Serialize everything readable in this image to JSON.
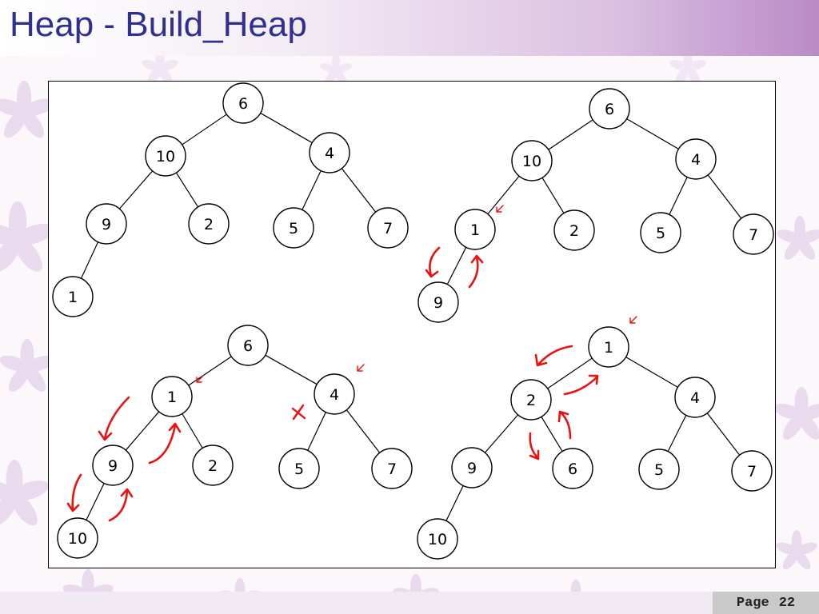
{
  "slide": {
    "title": "Heap - Build_Heap",
    "footer_word": "Page",
    "page_number": "22"
  },
  "diagram": {
    "trees": [
      {
        "nodes": [
          {
            "id": "a",
            "label": "6"
          },
          {
            "id": "b",
            "label": "10"
          },
          {
            "id": "c",
            "label": "4"
          },
          {
            "id": "d",
            "label": "9"
          },
          {
            "id": "e",
            "label": "2"
          },
          {
            "id": "f",
            "label": "5"
          },
          {
            "id": "g",
            "label": "7"
          },
          {
            "id": "h",
            "label": "1"
          }
        ],
        "edges": [
          [
            "a",
            "b"
          ],
          [
            "a",
            "c"
          ],
          [
            "b",
            "d"
          ],
          [
            "b",
            "e"
          ],
          [
            "c",
            "f"
          ],
          [
            "c",
            "g"
          ],
          [
            "d",
            "h"
          ]
        ]
      },
      {
        "nodes": [
          {
            "id": "a",
            "label": "6"
          },
          {
            "id": "b",
            "label": "10"
          },
          {
            "id": "c",
            "label": "4"
          },
          {
            "id": "d",
            "label": "1"
          },
          {
            "id": "e",
            "label": "2"
          },
          {
            "id": "f",
            "label": "5"
          },
          {
            "id": "g",
            "label": "7"
          },
          {
            "id": "h",
            "label": "9"
          }
        ],
        "edges": [
          [
            "a",
            "b"
          ],
          [
            "a",
            "c"
          ],
          [
            "b",
            "d"
          ],
          [
            "b",
            "e"
          ],
          [
            "c",
            "f"
          ],
          [
            "c",
            "g"
          ],
          [
            "d",
            "h"
          ]
        ]
      },
      {
        "nodes": [
          {
            "id": "a",
            "label": "6"
          },
          {
            "id": "b",
            "label": "1"
          },
          {
            "id": "c",
            "label": "4"
          },
          {
            "id": "d",
            "label": "9"
          },
          {
            "id": "e",
            "label": "2"
          },
          {
            "id": "f",
            "label": "5"
          },
          {
            "id": "g",
            "label": "7"
          },
          {
            "id": "h",
            "label": "10"
          }
        ],
        "edges": [
          [
            "a",
            "b"
          ],
          [
            "a",
            "c"
          ],
          [
            "b",
            "d"
          ],
          [
            "b",
            "e"
          ],
          [
            "c",
            "f"
          ],
          [
            "c",
            "g"
          ],
          [
            "d",
            "h"
          ]
        ]
      },
      {
        "nodes": [
          {
            "id": "a",
            "label": "1"
          },
          {
            "id": "b",
            "label": "2"
          },
          {
            "id": "c",
            "label": "4"
          },
          {
            "id": "d",
            "label": "9"
          },
          {
            "id": "e",
            "label": "6"
          },
          {
            "id": "f",
            "label": "5"
          },
          {
            "id": "g",
            "label": "7"
          },
          {
            "id": "h",
            "label": "10"
          }
        ],
        "edges": [
          [
            "a",
            "b"
          ],
          [
            "a",
            "c"
          ],
          [
            "b",
            "d"
          ],
          [
            "b",
            "e"
          ],
          [
            "c",
            "f"
          ],
          [
            "c",
            "g"
          ],
          [
            "d",
            "h"
          ]
        ]
      }
    ],
    "colors": {
      "annotation": "#ee1111",
      "node_stroke": "#000000",
      "node_fill": "#ffffff",
      "title": "#2e2f8e"
    }
  }
}
